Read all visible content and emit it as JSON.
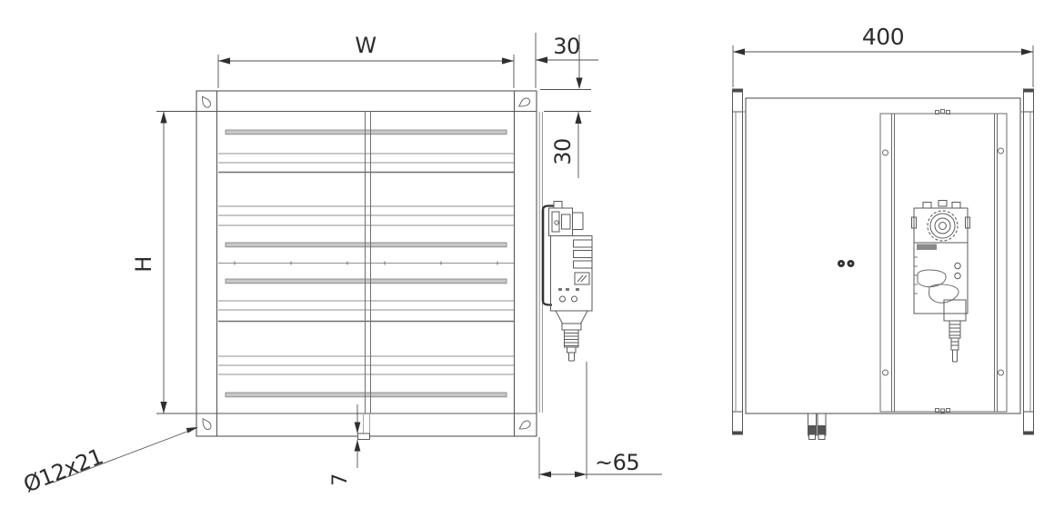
{
  "drawing": {
    "type": "technical-drawing-damper",
    "views": {
      "front": {
        "dim_width": "W",
        "dim_height": "H",
        "dim_flange_depth_top": "30",
        "dim_flange_depth_side": "30",
        "dim_blade_protrusion": "7",
        "dim_actuator_protrusion": "~65",
        "corner_slot_size": "Ø12x21"
      },
      "side": {
        "dim_depth": "400"
      }
    },
    "colors": {
      "background": "#ffffff",
      "line": "#575757",
      "thin_line": "#8f8f8f",
      "band_fill": "#c7c7c7",
      "dim_text": "#2d2d2d",
      "arrow": "#2f2f2f"
    }
  }
}
